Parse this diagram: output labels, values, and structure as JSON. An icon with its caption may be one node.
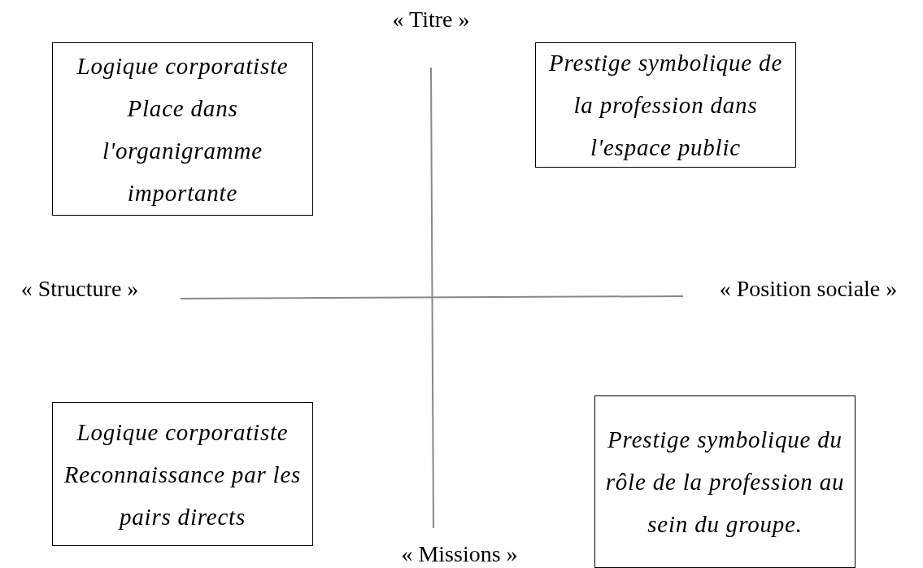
{
  "diagram": {
    "nodes": [
      {
        "text": [
          "Logique corporatiste",
          "Place dans l'organigramme importante"
        ]
      },
      {
        "text": [
          "Prestige symbolique de la profession dans l'espace public"
        ]
      },
      {
        "text": [
          "Logique corporatiste",
          "Reconnaissance par les pairs directs"
        ]
      },
      {
        "text": [
          "Prestige symbolique du rôle de la profession au sein du groupe."
        ]
      }
    ],
    "labels": [
      "« Titre »",
      "« Structure »",
      "« Position sociale »",
      "« Missions »"
    ]
  }
}
